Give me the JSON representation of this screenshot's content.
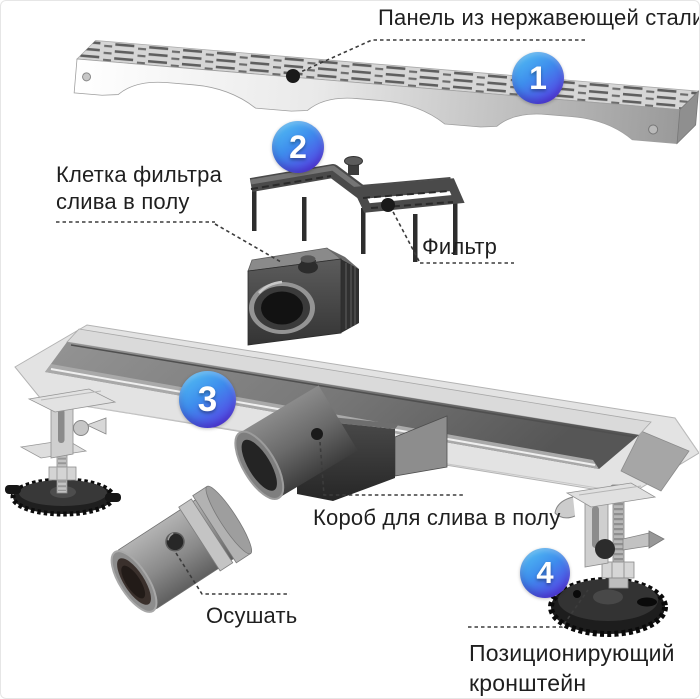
{
  "labels": {
    "panel": "Панель из нержавеющей стали",
    "cage_line1": "Клетка фильтра",
    "cage_line2": "слива в полу",
    "filter": "Фильтр",
    "box": "Короб для слива в полу",
    "drain": "Осушать",
    "bracket_line1": "Позиционирующий",
    "bracket_line2": "кронштейн"
  },
  "badges": [
    {
      "number": "1",
      "part": "stainless-steel-panel"
    },
    {
      "number": "2",
      "part": "filter-cage"
    },
    {
      "number": "3",
      "part": "drain-channel-body"
    },
    {
      "number": "4",
      "part": "positioning-bracket"
    }
  ],
  "colors": {
    "background": "#ffffff",
    "label_text": "#1f1f1f",
    "leader_line": "#3c3c3c",
    "badge_gradient_start": "#55c8f4",
    "badge_gradient_end": "#5e2fe3",
    "metal_light": "#e5e5e5",
    "metal_dark": "#3c3c3c"
  }
}
